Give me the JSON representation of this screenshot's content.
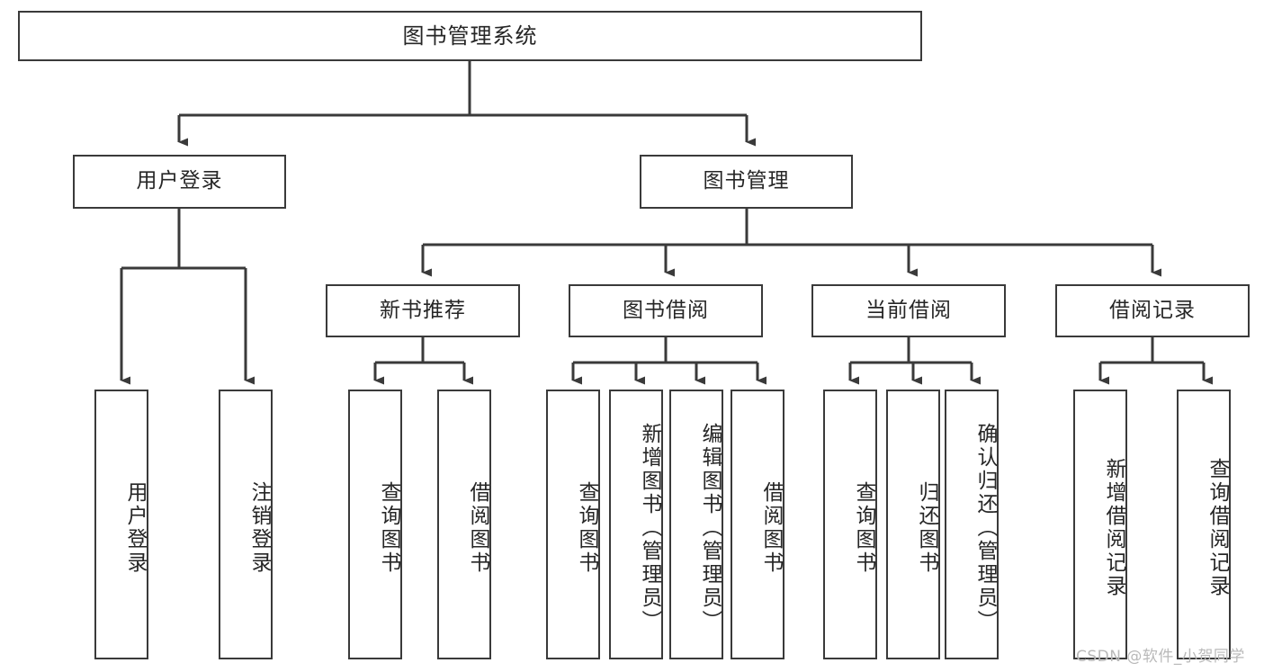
{
  "diagram": {
    "title": "图书管理系统",
    "type": "tree-hierarchy",
    "root": {
      "label": "图书管理系统"
    },
    "level2": [
      {
        "label": "用户登录"
      },
      {
        "label": "图书管理"
      }
    ],
    "level3": [
      {
        "label": "新书推荐"
      },
      {
        "label": "图书借阅"
      },
      {
        "label": "当前借阅"
      },
      {
        "label": "借阅记录"
      }
    ],
    "leaves": {
      "user_login": [
        {
          "label": "用户登录"
        },
        {
          "label": "注销登录"
        }
      ],
      "new_book_recommend": [
        {
          "label": "查询图书"
        },
        {
          "label": "借阅图书"
        }
      ],
      "book_borrow": [
        {
          "label": "查询图书"
        },
        {
          "label": "新增图书（管理员）"
        },
        {
          "label": "编辑图书（管理员）"
        },
        {
          "label": "借阅图书"
        }
      ],
      "current_borrow": [
        {
          "label": "查询图书"
        },
        {
          "label": "归还图书"
        },
        {
          "label": "确认归还（管理员）"
        }
      ],
      "borrow_record": [
        {
          "label": "新增借阅记录"
        },
        {
          "label": "查询借阅记录"
        }
      ]
    }
  },
  "watermark": {
    "text": "CSDN @软件_小贺同学"
  },
  "colors": {
    "stroke": "#3a3a3a",
    "background": "#ffffff",
    "text": "#262626",
    "watermark": "#b9b9b9"
  }
}
